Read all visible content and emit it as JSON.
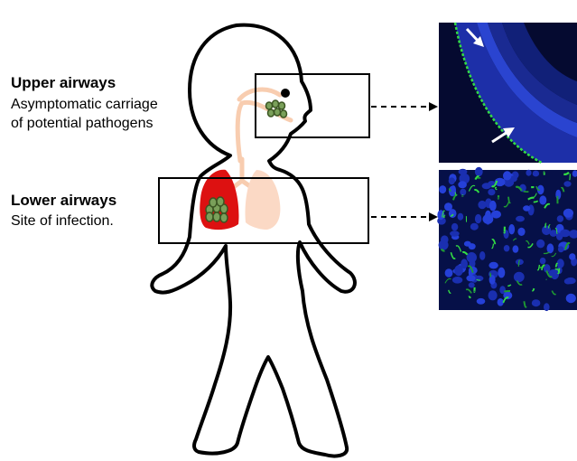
{
  "upper": {
    "title": "Upper airways",
    "desc_line1": "Asymptomatic carriage",
    "desc_line2": "of potential pathogens"
  },
  "lower": {
    "title": "Lower airways",
    "desc": "Site of infection."
  },
  "colors": {
    "outline": "#000000",
    "airway": "#f8cdb0",
    "infected_lung": "#dd1111",
    "healthy_lung": "#fbd9c5",
    "bacteria": "#7aa05a",
    "micrograph_bg": "#06104a",
    "nuclei": "#1f36c8",
    "stain": "#33dd44"
  },
  "icons": [
    "arrow-right-icon",
    "arrow-down-right-icon",
    "arrow-up-right-icon"
  ]
}
